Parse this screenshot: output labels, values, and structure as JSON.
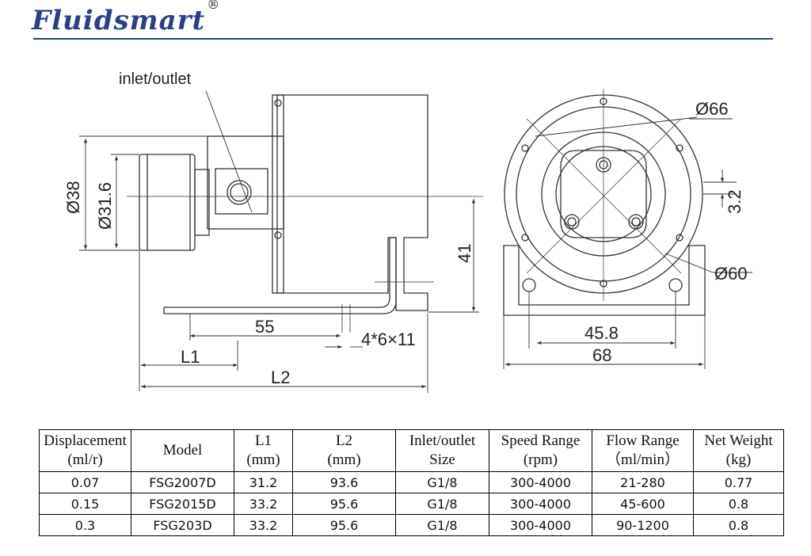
{
  "brand": {
    "name": "Fluidsmart",
    "mark": "®"
  },
  "drawing": {
    "labels": {
      "inlet_outlet": "inlet/outlet",
      "d38": "Ø38",
      "d31_6": "Ø31.6",
      "dim41": "41",
      "dim55": "55",
      "holes": "4*6×11",
      "l1": "L1",
      "l2": "L2",
      "d66": "Ø66",
      "dim3_2": "3.2",
      "d60": "Ø60",
      "dim45_8": "45.8",
      "dim68": "68"
    }
  },
  "table": {
    "headers": [
      [
        "Displacement",
        "(ml/r)"
      ],
      [
        "Model",
        ""
      ],
      [
        "L1",
        "(mm)"
      ],
      [
        "L2",
        "(mm)"
      ],
      [
        "Inlet/outlet",
        "Size"
      ],
      [
        "Speed Range",
        "(rpm)"
      ],
      [
        "Flow Range",
        "（ml/min）"
      ],
      [
        "Net Weight",
        "(kg)"
      ]
    ],
    "rows": [
      [
        "0.07",
        "FSG2007D",
        "31.2",
        "93.6",
        "G1/8",
        "300-4000",
        "21-280",
        "0.77"
      ],
      [
        "0.15",
        "FSG2015D",
        "33.2",
        "95.6",
        "G1/8",
        "300-4000",
        "45-600",
        "0.8"
      ],
      [
        "0.3",
        "FSG203D",
        "33.2",
        "95.6",
        "G1/8",
        "300-4000",
        "90-1200",
        "0.8"
      ]
    ]
  }
}
